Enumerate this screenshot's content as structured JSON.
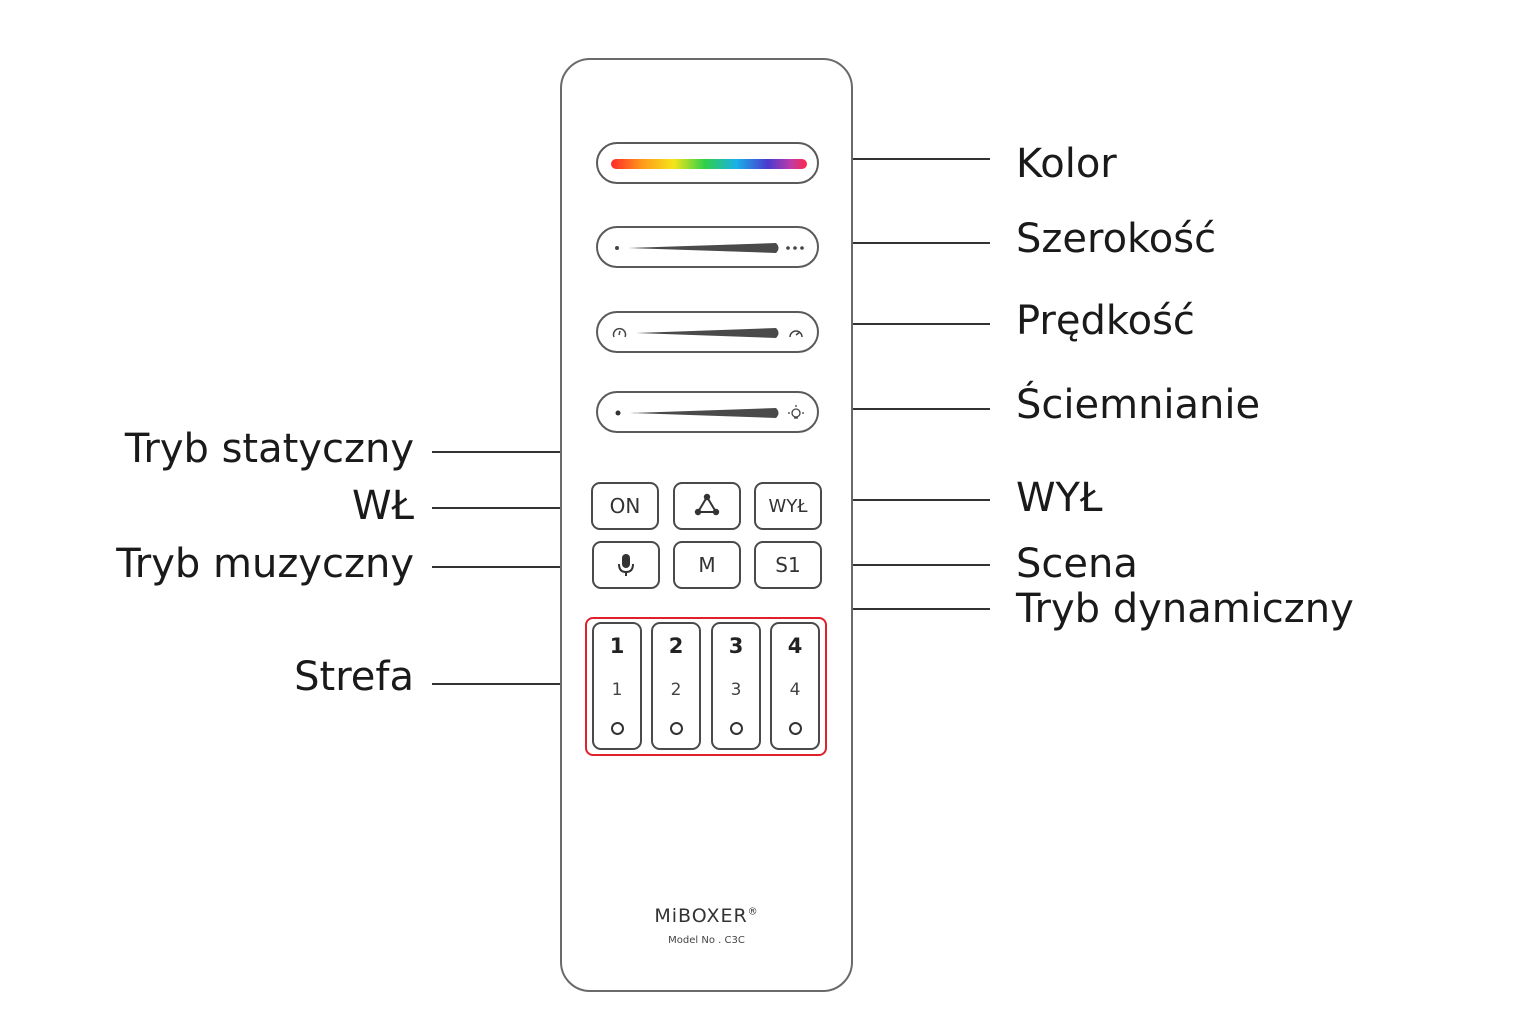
{
  "labels": {
    "kolor": "Kolor",
    "szerokosc": "Szerokość",
    "predkosc": "Prędkość",
    "sciemnianie": "Ściemnianie",
    "tryb_statyczny": "Tryb statyczny",
    "wl": "WŁ",
    "wyl": "WYŁ",
    "tryb_muzyczny": "Tryb muzyczny",
    "scena": "Scena",
    "tryb_dynamiczny": "Tryb dynamiczny",
    "strefa": "Strefa"
  },
  "buttons": {
    "on": "ON",
    "off": "WYŁ",
    "mode": "M",
    "scene": "S1"
  },
  "zones": [
    {
      "top": "1",
      "mid": "1"
    },
    {
      "top": "2",
      "mid": "2"
    },
    {
      "top": "3",
      "mid": "3"
    },
    {
      "top": "4",
      "mid": "4"
    }
  ],
  "brand": {
    "name": "MiBOXER",
    "registered": "®",
    "model": "Model No . C3C"
  },
  "icons": {
    "static_mode": "static-mode-icon",
    "music_mode": "microphone-icon",
    "speed_slow": "slow-icon",
    "speed_fast": "fast-icon",
    "brightness": "bulb-icon"
  },
  "colors": {
    "zone_highlight": "#e0202a",
    "outline": "#5a5a5a"
  }
}
